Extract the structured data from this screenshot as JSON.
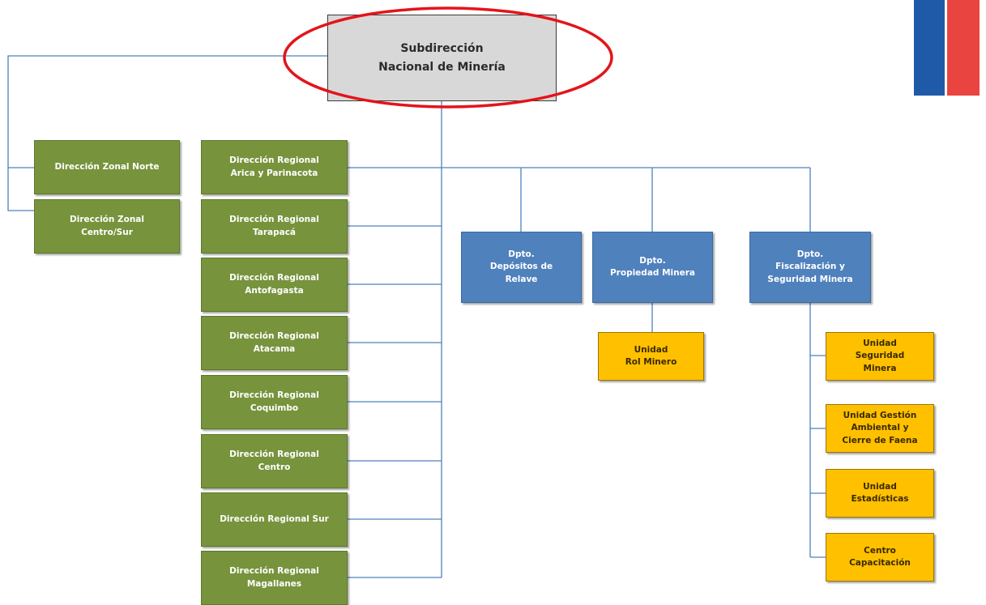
{
  "root": {
    "label": "Subdirección\nNacional de Minería",
    "highlight_color": "#e3141b"
  },
  "zonal": [
    {
      "label": "Dirección Zonal Norte"
    },
    {
      "label": "Dirección Zonal\nCentro/Sur"
    }
  ],
  "regional": [
    {
      "label": "Dirección Regional\nArica y Parinacota"
    },
    {
      "label": "Dirección Regional\nTarapacá"
    },
    {
      "label": "Dirección Regional\nAntofagasta"
    },
    {
      "label": "Dirección Regional\nAtacama"
    },
    {
      "label": "Dirección Regional\nCoquimbo"
    },
    {
      "label": "Dirección Regional\nCentro"
    },
    {
      "label": "Dirección Regional  Sur"
    },
    {
      "label": "Dirección Regional\nMagallanes"
    }
  ],
  "departments": [
    {
      "label": "Dpto.\nDepósitos  de\nRelave"
    },
    {
      "label": "Dpto.\nPropiedad Minera"
    },
    {
      "label": "Dpto.\nFiscalización y\nSeguridad Minera"
    }
  ],
  "units": [
    {
      "label": "Unidad\nRol Minero"
    },
    {
      "label": "Unidad\nSeguridad\nMinera"
    },
    {
      "label": "Unidad Gestión\nAmbiental y\nCierre de Faena"
    },
    {
      "label": "Unidad\nEstadísticas"
    },
    {
      "label": "Centro\nCapacitación"
    }
  ],
  "colors": {
    "line": "#4f81bd",
    "green": "#77933c",
    "blue": "#4f81bd",
    "yellow": "#ffc000",
    "gray": "#d8d8d8",
    "flag_blue": "#1e5aa8",
    "flag_red": "#e9443f"
  }
}
